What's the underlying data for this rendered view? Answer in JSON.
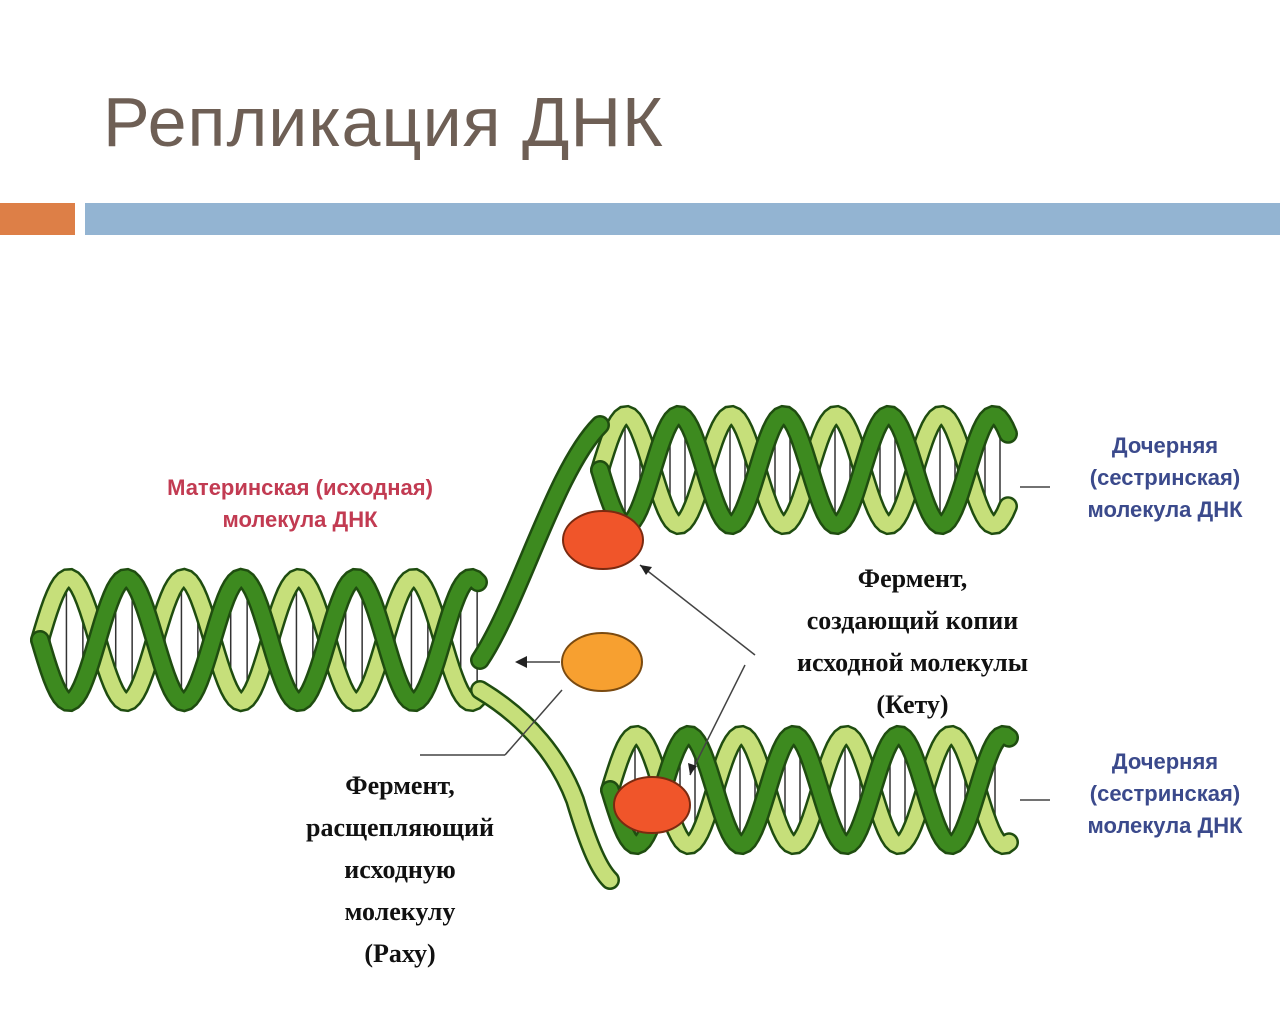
{
  "slide": {
    "title": "Репликация ДНК"
  },
  "colors": {
    "accent_orange": "#dd7f47",
    "accent_blue": "#93b4d2",
    "dark_strand": "#3d8a1f",
    "light_strand": "#c6df7a",
    "enzyme_copy": "#f0552a",
    "enzyme_split": "#f7a030"
  },
  "labels": {
    "mother": [
      "Материнская  (исходная)",
      "молекула ДНК"
    ],
    "daughter_top": [
      "Дочерняя",
      "(сестринская)",
      "молекула ДНК"
    ],
    "daughter_bottom": [
      "Дочерняя",
      "(сестринская)",
      "молекула ДНК"
    ],
    "enzyme_copy": [
      "Фермент,",
      "создающий копии",
      "исходной молекулы",
      "(Кету)"
    ],
    "enzyme_split": [
      "Фермент,",
      "расщепляющий",
      "исходную",
      "молекулу",
      "(Раху)"
    ]
  }
}
